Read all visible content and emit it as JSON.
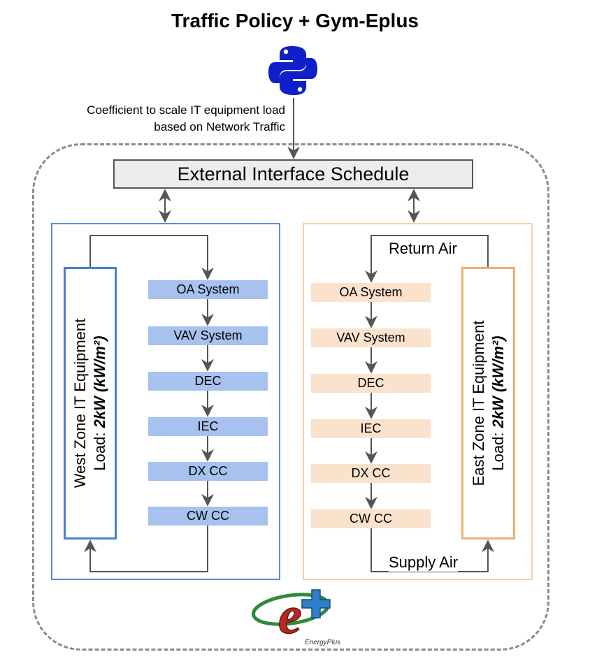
{
  "title": "Traffic Policy + Gym-Eplus",
  "coefficient_note": {
    "line1": "Coefficient to scale IT equipment load",
    "line2": "based on Network Traffic"
  },
  "schedule_label": "External Interface Schedule",
  "west_zone": {
    "line1": "West Zone IT Equipment",
    "load_prefix": "Load: ",
    "load_value": "2kW (kW/m²)"
  },
  "east_zone": {
    "line1": "East Zone IT Equipment",
    "load_prefix": "Load: ",
    "load_value": "2kW (kW/m²)"
  },
  "west_blocks": [
    "OA System",
    "VAV System",
    "DEC",
    "IEC",
    "DX CC",
    "CW CC"
  ],
  "east_blocks": [
    "OA System",
    "VAV System",
    "DEC",
    "IEC",
    "DX CC",
    "CW CC"
  ],
  "return_air_label": "Return Air",
  "supply_air_label": "Supply Air",
  "logos": {
    "python": "python-logo-icon",
    "energyplus": "energyplus-logo-icon",
    "energyplus_text": "EnergyPlus"
  },
  "colors": {
    "west_accent": "#4a7fd0",
    "west_block": "#a7c2ef",
    "east_accent": "#f0b070",
    "east_block": "#fbe2cc",
    "python_logo": "#0f1fc9",
    "energyplus_red": "#b52a24",
    "energyplus_blue": "#2d7fc8",
    "energyplus_green": "#2e8b3a"
  }
}
